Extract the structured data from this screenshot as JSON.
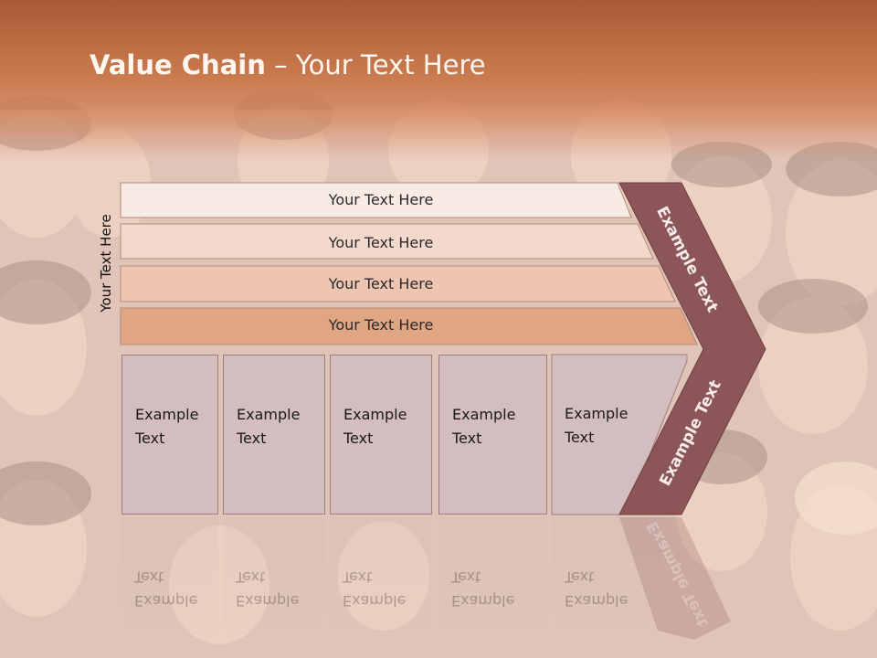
{
  "title": {
    "bold": "Value Chain",
    "rest": " – Your Text Here"
  },
  "side_label": "Your Text Here",
  "rows": [
    {
      "label": "Your Text Here",
      "fill": "#f8ebe5"
    },
    {
      "label": "Your Text Here",
      "fill": "#f3d9cc"
    },
    {
      "label": "Your Text Here",
      "fill": "#eec5b1"
    },
    {
      "label": "Your Text Here",
      "fill": "#e0a583"
    }
  ],
  "columns": [
    {
      "line1": "Example",
      "line2": "Text"
    },
    {
      "line1": "Example",
      "line2": "Text"
    },
    {
      "line1": "Example",
      "line2": "Text"
    },
    {
      "line1": "Example",
      "line2": "Text"
    },
    {
      "line1": "Example",
      "line2": "Text"
    }
  ],
  "chevron": {
    "upper_text": "Example Text",
    "lower_text": "Example Text",
    "color": "#8c5658"
  }
}
